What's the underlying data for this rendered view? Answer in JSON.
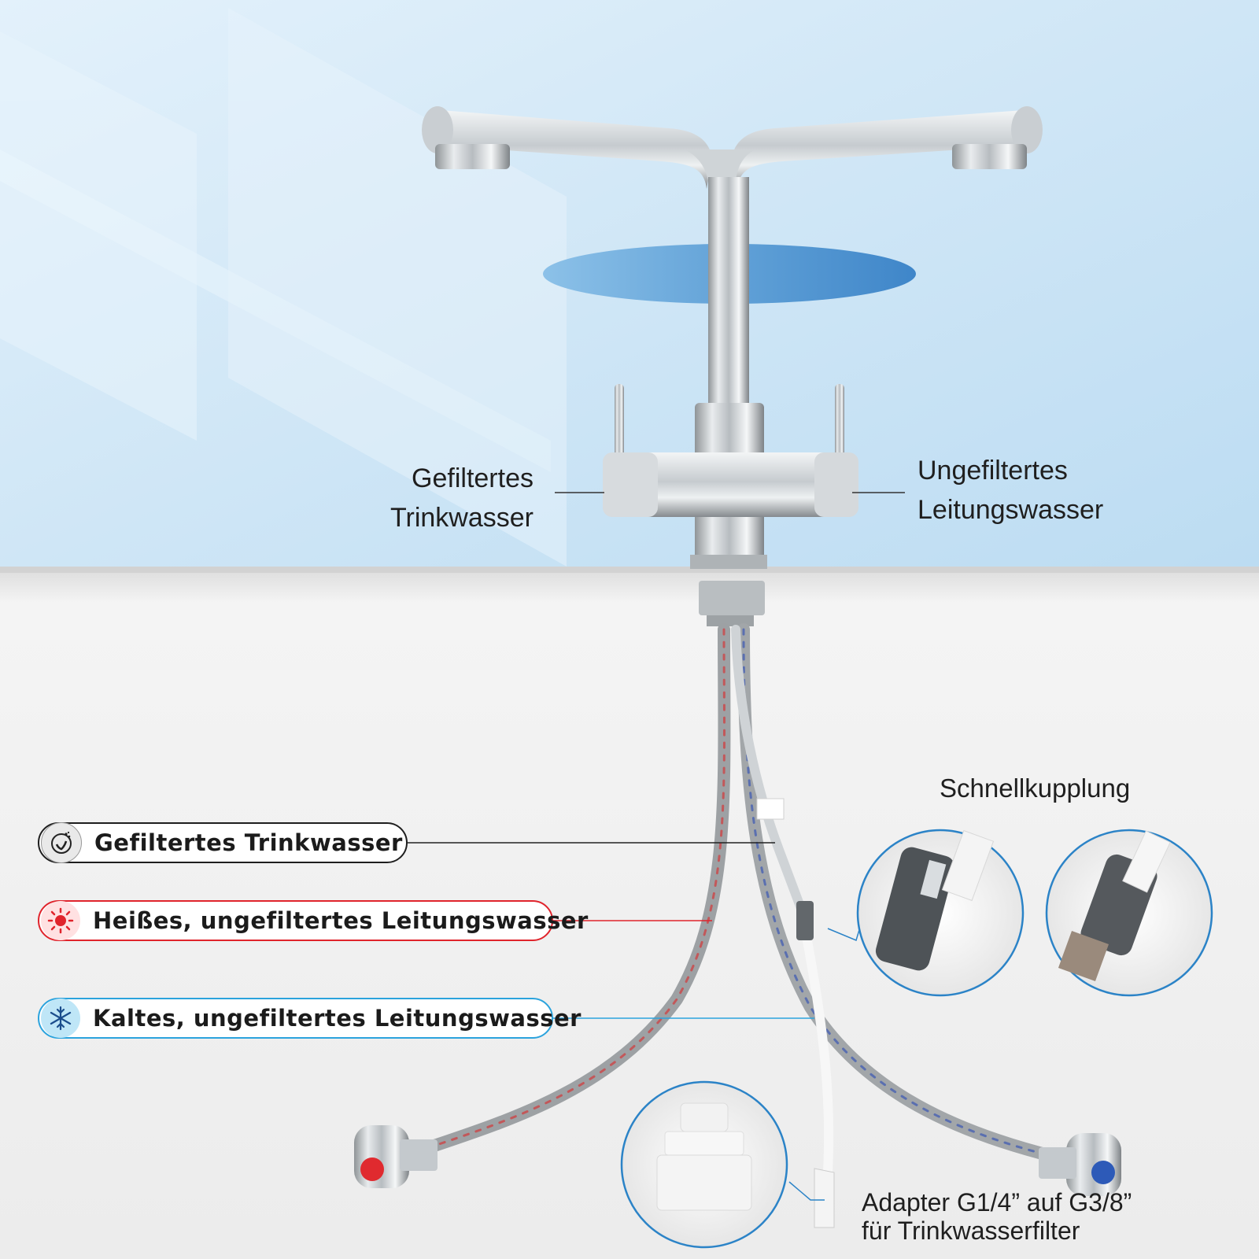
{
  "labels": {
    "filtered_top": [
      "Gefiltertes",
      "Trinkwasser"
    ],
    "unfiltered_top": [
      "Ungefiltertes",
      "Leitungswasser"
    ],
    "quick_coupling": "Schnellkupplung",
    "adapter": [
      "Adapter G1/4” auf G3/8”",
      "für Trinkwasserfilter"
    ]
  },
  "hose_legend": [
    {
      "text": "Gefiltertes Trinkwasser",
      "icon": "leaf-drop-icon",
      "color": "#1e1e1e"
    },
    {
      "text": "Heißes, ungefiltertes Leitungswasser",
      "icon": "sun-icon",
      "color": "#e0242c"
    },
    {
      "text": "Kaltes, ungefiltertes Leitungswasser",
      "icon": "snowflake-icon",
      "color": "#2ba3dd"
    }
  ],
  "colors": {
    "sky": "#cfe6f7",
    "counter": "#efefef",
    "accent_blue": "#2b83c7",
    "hot_red": "#e0242c",
    "cold_blue": "#2ba3dd"
  }
}
